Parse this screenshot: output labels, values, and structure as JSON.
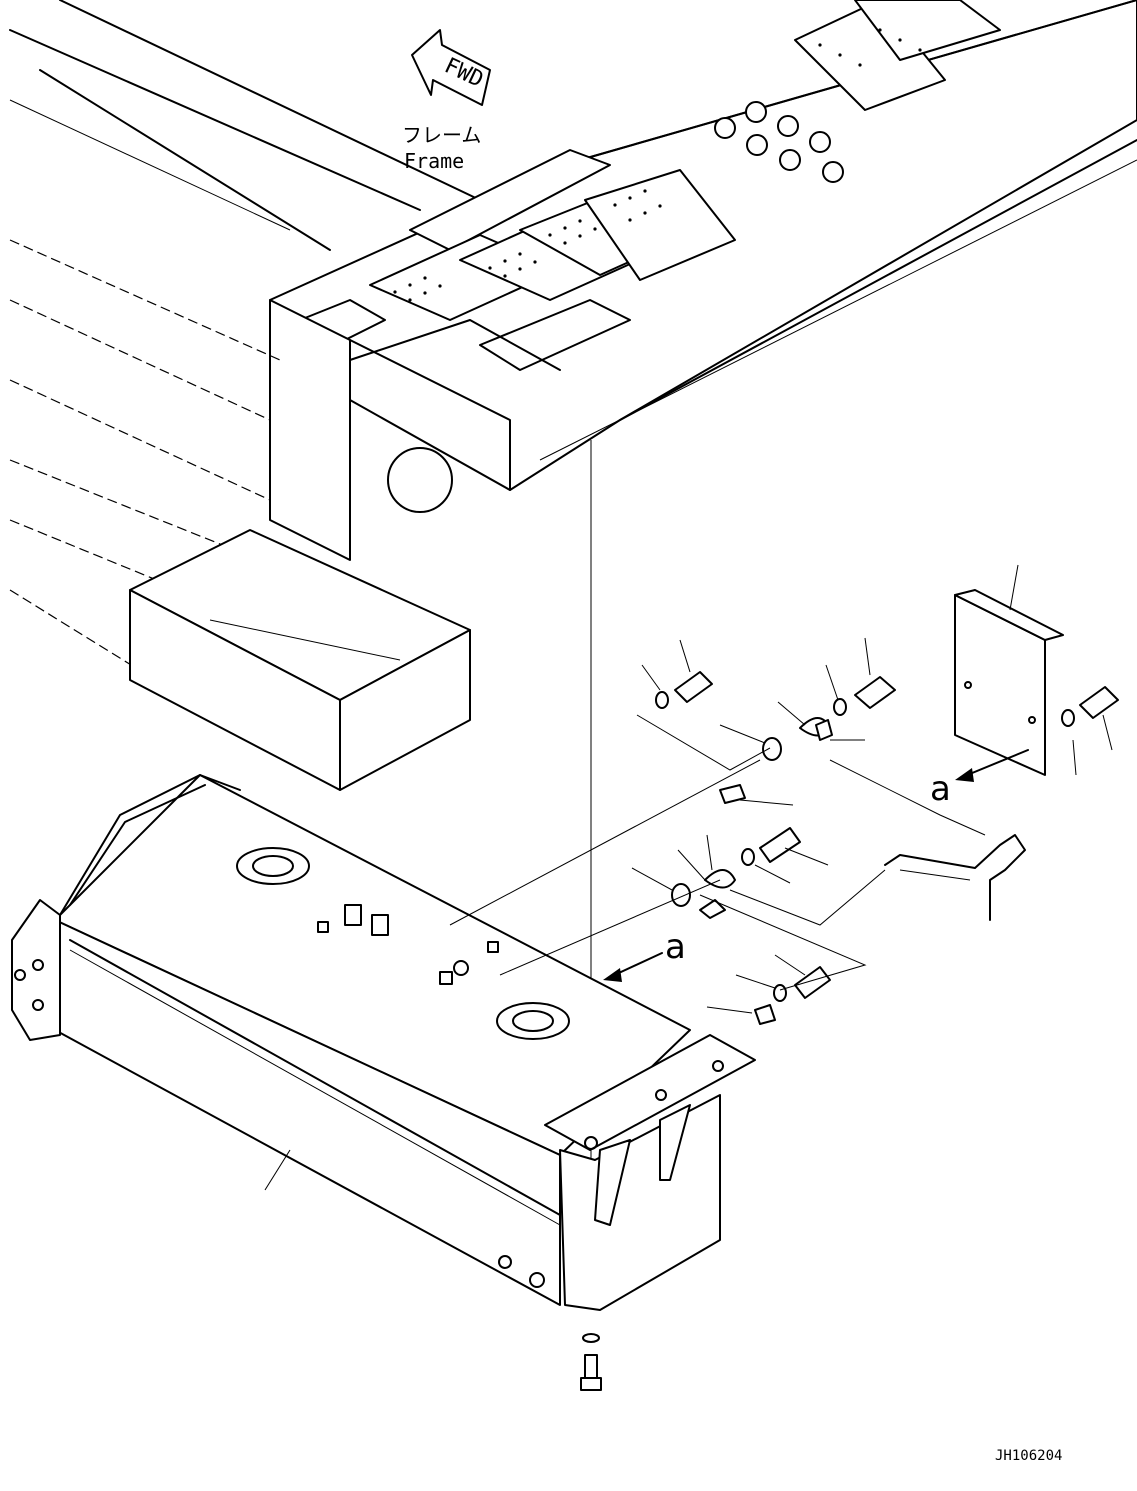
{
  "frame_label": {
    "jp": "フレーム",
    "en": "Frame"
  },
  "fwd_arrow": {
    "text": "FWD"
  },
  "view_markers": [
    {
      "text": "a"
    },
    {
      "text": "a"
    }
  ],
  "drawing_id": "JH106204",
  "icons": {
    "direction_arrow": "fwd-arrow-icon",
    "view_arrow": "view-arrow-icon"
  }
}
